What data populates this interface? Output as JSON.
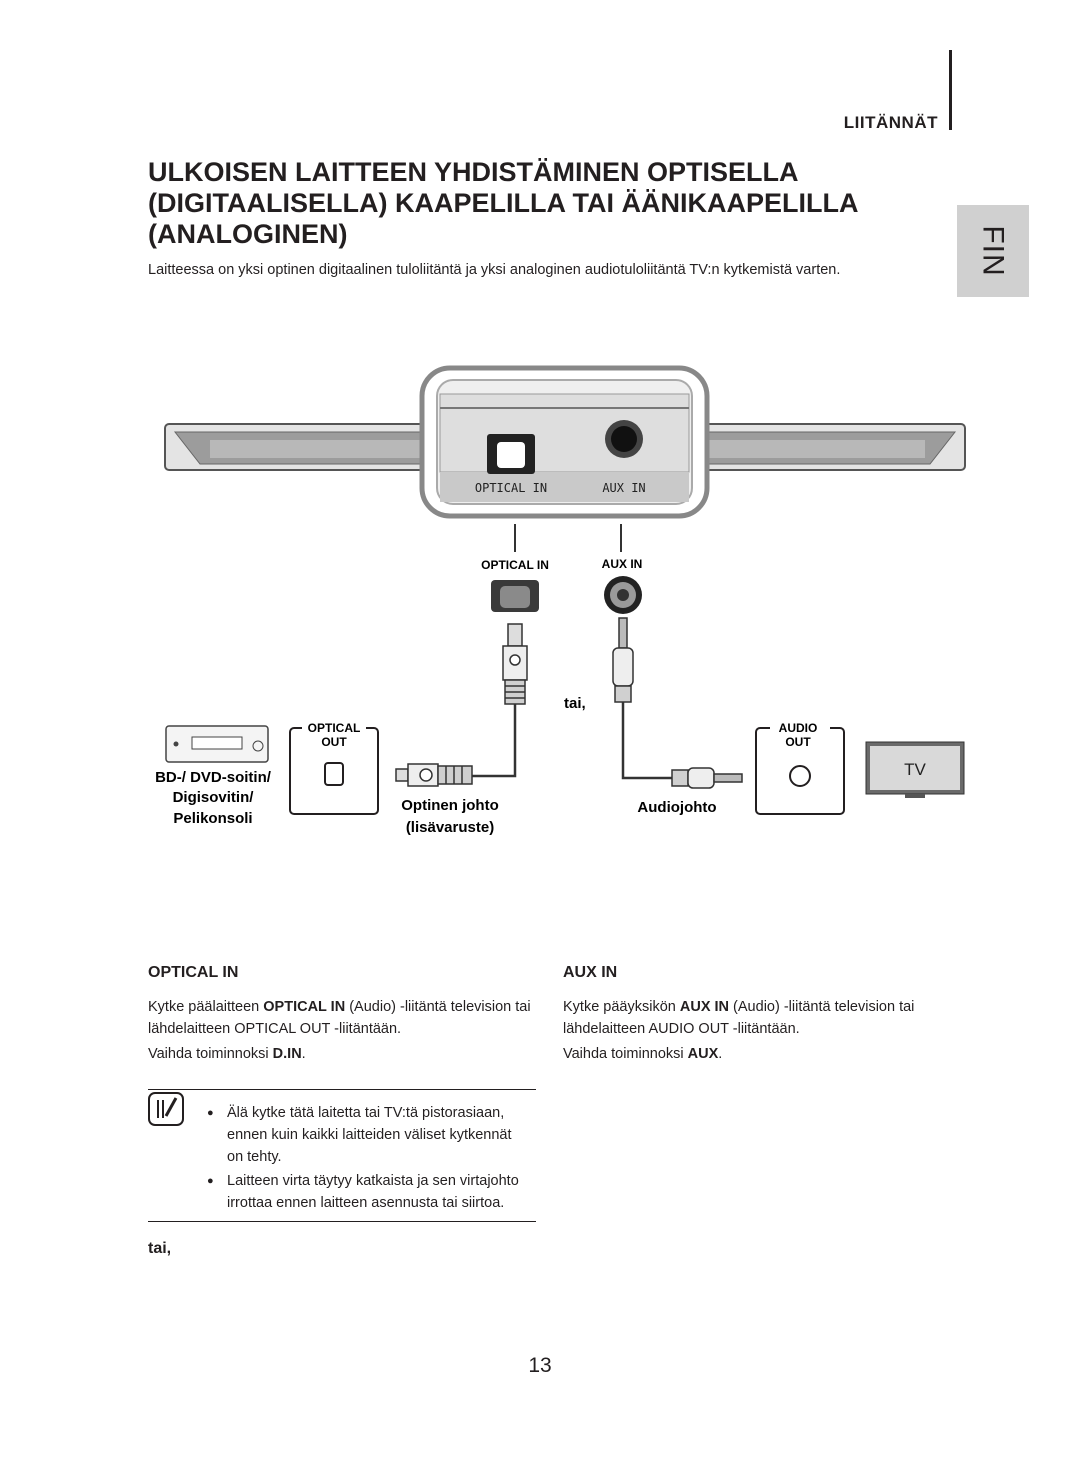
{
  "header": {
    "section": "LIITÄNNÄT",
    "lang_tab": "FIN"
  },
  "title": "ULKOISEN LAITTEEN YHDISTÄMINEN OPTISELLA (DIGITAALISELLA) KAAPELILLA TAI ÄÄNIKAAPELILLA (ANALOGINEN)",
  "intro": "Laitteessa on yksi optinen digitaalinen tuloliitäntä ja yksi analoginen audiotuloliitäntä TV:n kytkemistä varten.",
  "diagram": {
    "panel_optical": "OPTICAL IN",
    "panel_aux": "AUX IN",
    "jack_optical": "OPTICAL IN",
    "jack_aux": "AUX IN",
    "or_middle": "tai,",
    "optical_out_1": "OPTICAL",
    "optical_out_2": "OUT",
    "audio_out_1": "AUDIO",
    "audio_out_2": "OUT",
    "device_1": "BD-/ DVD-soitin/",
    "device_2": "Digisovitin/",
    "device_3": "Pelikonsoli",
    "optical_cable_1": "Optinen johto",
    "optical_cable_2": "(lisävaruste)",
    "audio_cable": "Audiojohto",
    "tv": "TV"
  },
  "optical": {
    "heading": "OPTICAL IN",
    "p1_a": "Kytke päälaitteen ",
    "p1_b": "OPTICAL IN",
    "p1_c": " (Audio) -liitäntä television tai lähdelaitteen OPTICAL OUT -liitäntään.",
    "p2_a": "Vaihda toiminnoksi ",
    "p2_b": "D.IN",
    "p2_c": "."
  },
  "aux": {
    "heading": "AUX IN",
    "p1_a": "Kytke pääyksikön ",
    "p1_b": "AUX IN",
    "p1_c": " (Audio) -liitäntä television tai lähdelaitteen AUDIO OUT -liitäntään.",
    "p2_a": "Vaihda toiminnoksi ",
    "p2_b": "AUX",
    "p2_c": "."
  },
  "notes": [
    "Älä kytke tätä laitetta tai TV:tä pistorasiaan, ennen kuin kaikki laitteiden väliset kytkennät on tehty.",
    "Laitteen virta täytyy katkaista ja sen virtajohto irrottaa ennen laitteen asennusta tai siirtoa."
  ],
  "tai_bottom": "tai,",
  "page_number": "13"
}
